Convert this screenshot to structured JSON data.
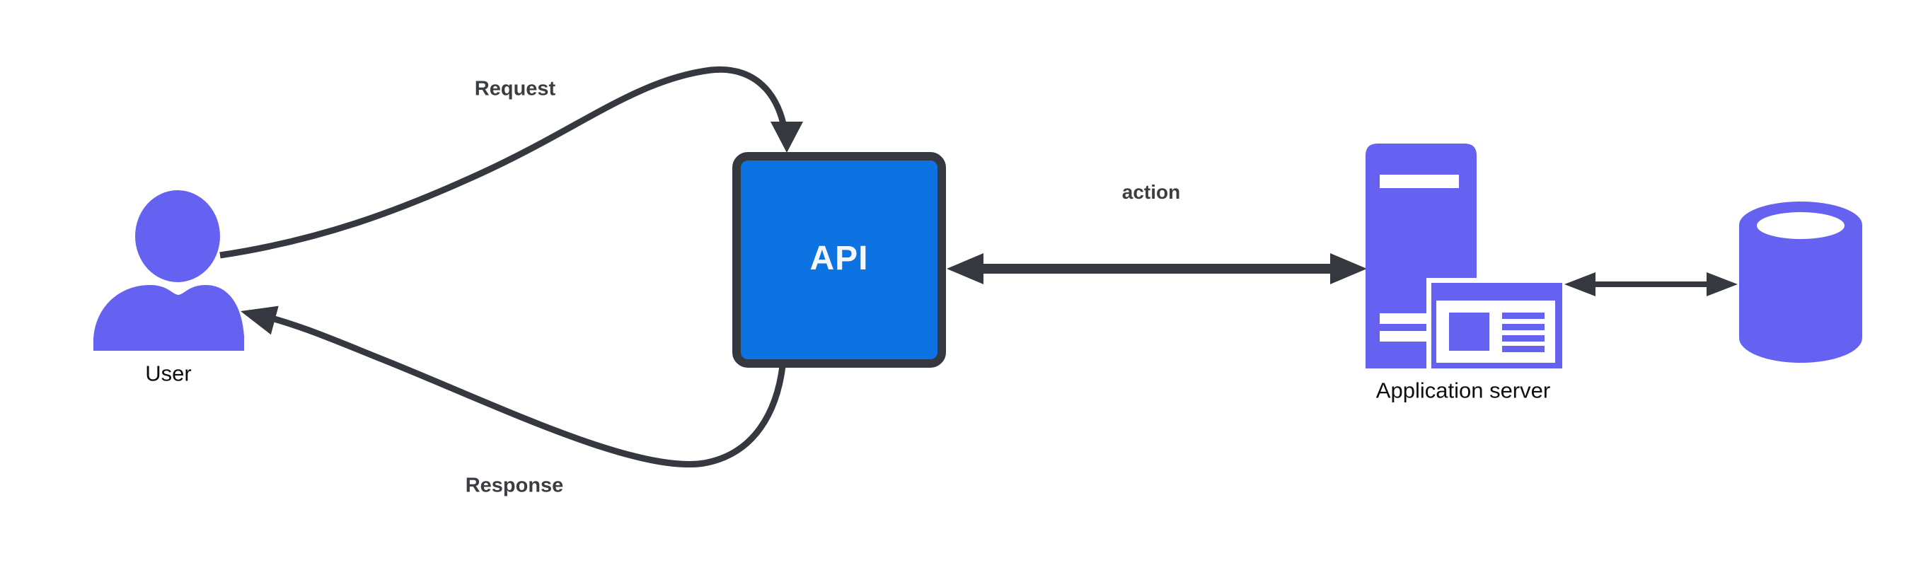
{
  "diagram": {
    "nodes": [
      {
        "id": "user",
        "label": "User",
        "icon": "user-icon",
        "color": "#6562F1"
      },
      {
        "id": "api",
        "label": "API",
        "shape": "rounded-square",
        "fill": "#0D73E2",
        "border": "#32363D",
        "text_color": "#FFFFFF"
      },
      {
        "id": "application-server",
        "label": "Application server",
        "icon": "application-server-icon",
        "color": "#6562F1"
      },
      {
        "id": "database",
        "icon": "database-icon",
        "color": "#6562F1"
      }
    ],
    "edges": [
      {
        "id": "request",
        "from": "user",
        "to": "api",
        "label": "Request",
        "style": "curved",
        "heads": "single"
      },
      {
        "id": "response",
        "from": "api",
        "to": "user",
        "label": "Response",
        "style": "curved",
        "heads": "single"
      },
      {
        "id": "action",
        "from": "api",
        "to": "application-server",
        "label": "action",
        "style": "straight",
        "heads": "double"
      },
      {
        "id": "server-database",
        "from": "application-server",
        "to": "database",
        "style": "straight",
        "heads": "double"
      }
    ],
    "colors": {
      "icon_purple": "#6562F1",
      "api_blue": "#0D73E2",
      "stroke_dark": "#35393F",
      "edge_label": "#3A3E43",
      "node_label": "#0E0E0E",
      "background": "#FFFFFF"
    }
  }
}
